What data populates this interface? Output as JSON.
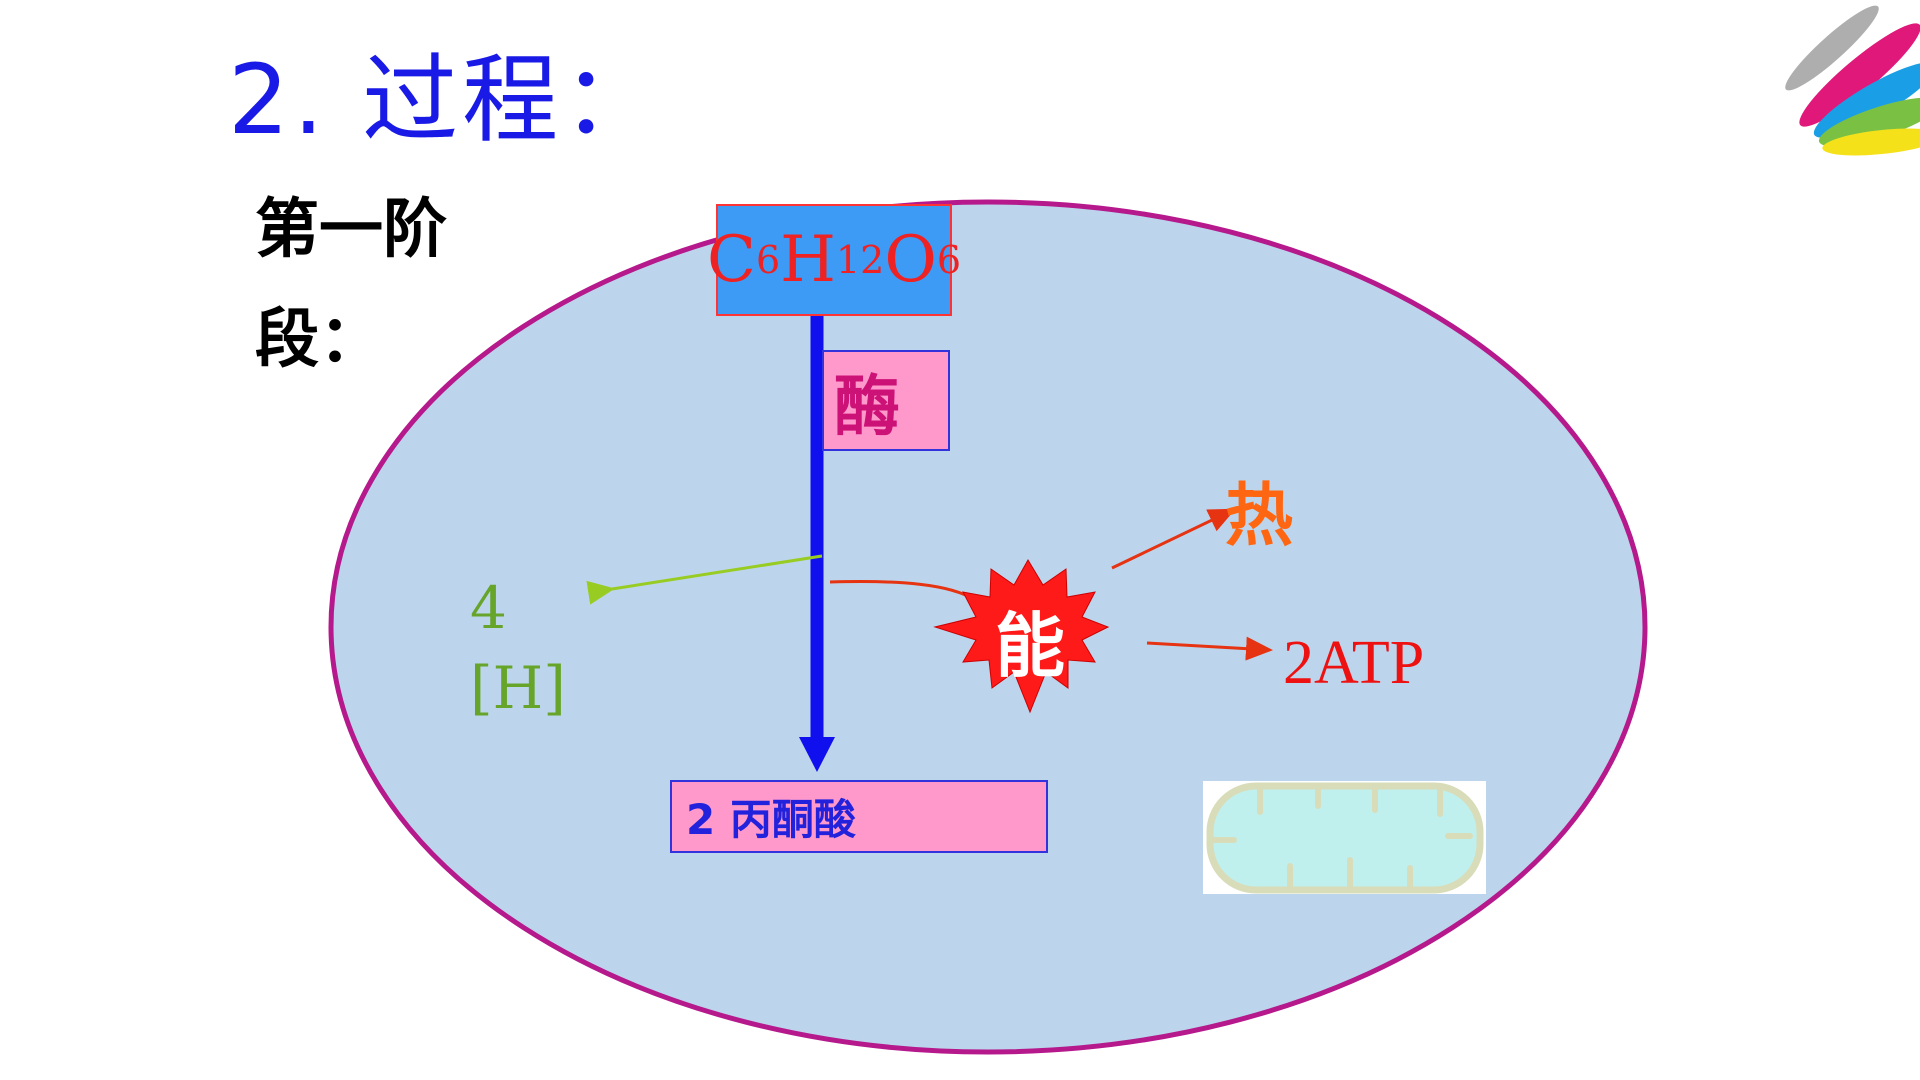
{
  "title": {
    "text": "2. 过程：",
    "color": "#1a1ae6"
  },
  "stage": {
    "label": "第一阶段："
  },
  "nodes": {
    "glucose": {
      "main1": "C",
      "sub1": "6",
      "main2": "H",
      "sub2": "12",
      "main3": "O",
      "sub3": "6"
    },
    "enzyme": "酶",
    "pyruvate": "2 丙酮酸",
    "hydrogen": "4[H]",
    "energy": "能",
    "heat": "热",
    "atp": "2ATP"
  },
  "colors": {
    "cell_fill": "#bcd5ec",
    "cell_border": "#b5198c",
    "main_arrow": "#1010ee",
    "hydrogen_arrow": "#99cc22",
    "energy_arrow": "#e63312",
    "burst": "#ff1a1a",
    "mitochondrion_fill": "#bff0ee",
    "mitochondrion_border": "#d9dcb8"
  },
  "icons": {
    "mitochondrion": "mitochondrion-icon",
    "logo": "brand-stripes-logo"
  }
}
